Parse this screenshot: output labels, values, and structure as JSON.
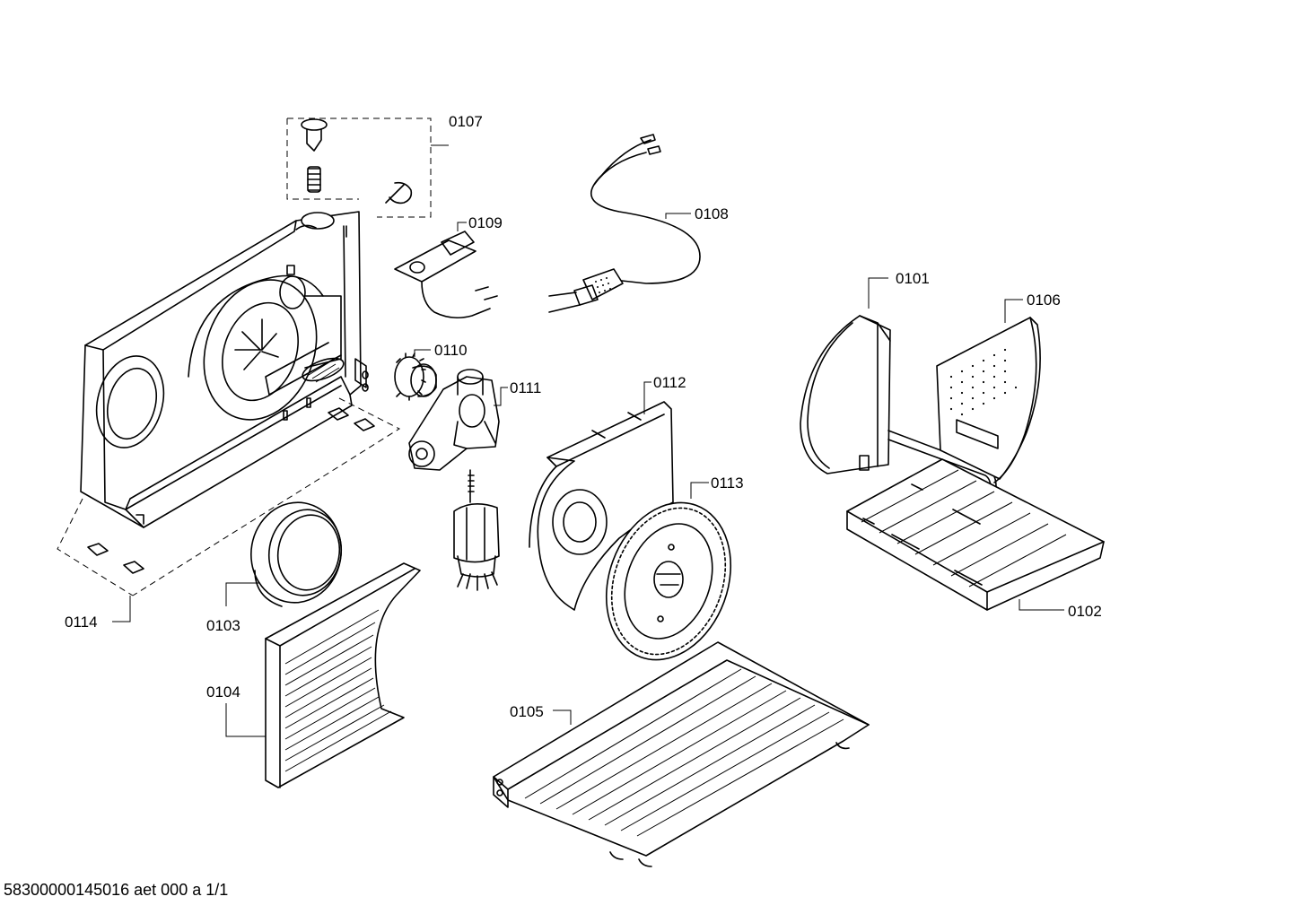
{
  "labels": {
    "p0101": "0101",
    "p0102": "0102",
    "p0103": "0103",
    "p0104": "0104",
    "p0105": "0105",
    "p0106": "0106",
    "p0107": "0107",
    "p0108": "0108",
    "p0109": "0109",
    "p0110": "0110",
    "p0111": "0111",
    "p0112": "0112",
    "p0113": "0113",
    "p0114": "0114"
  },
  "footer": "58300000145016 aet 000 a 1/1"
}
